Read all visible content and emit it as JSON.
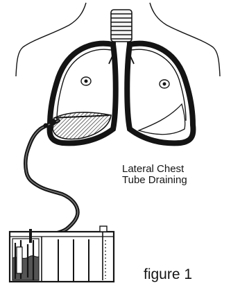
{
  "diagram": {
    "caption_line1": "Lateral Chest",
    "caption_line2": "Tube Draining",
    "figure_label": "figure 1"
  },
  "colors": {
    "ink": "#141414",
    "background": "#ffffff",
    "fluid": "#555555"
  },
  "icons": [
    "torso-outline-icon",
    "trachea-icon",
    "lung-icon",
    "nipple-icon",
    "chest-tube-icon",
    "drainage-unit-icon"
  ]
}
